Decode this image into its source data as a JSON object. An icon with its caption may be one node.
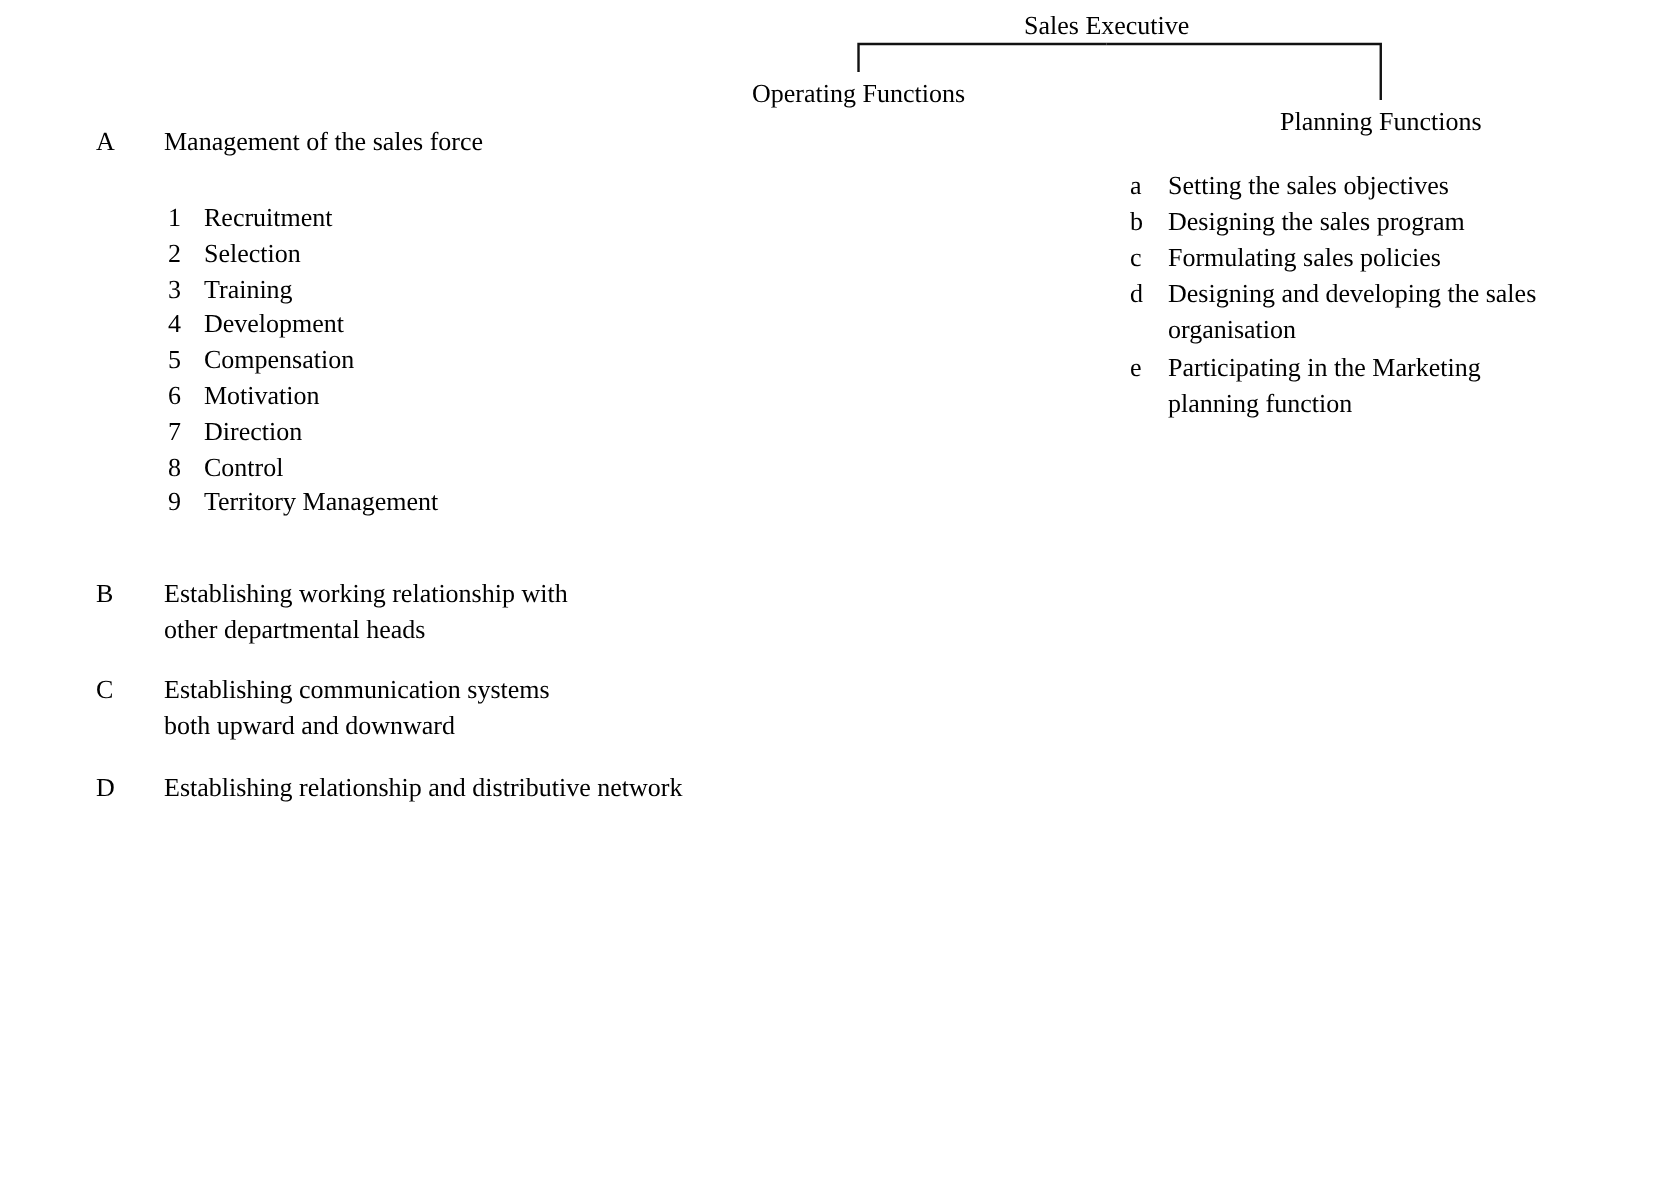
{
  "diagram": {
    "nodes": [
      {
        "text": [
          "Sales Executive"
        ]
      },
      {
        "text": [
          "Operating Functions"
        ]
      },
      {
        "text": [
          "Planning Functions"
        ]
      }
    ],
    "edges": [
      {
        "from": 0,
        "to": 1,
        "arrow": "none"
      },
      {
        "from": 0,
        "to": 2,
        "arrow": "none"
      }
    ],
    "labels": [
      "A",
      "Management of the sales force",
      "1",
      "Recruitment",
      "2",
      "Selection",
      "3",
      "Training",
      "4",
      "Development",
      "5",
      "Compensation",
      "6",
      "Motivation",
      "7",
      "Direction",
      "8",
      "Control",
      "9",
      "Territory Management",
      "B",
      "Establishing working relationship with other departmental heads",
      "C",
      "Establishing communication systems both upward and downward",
      "D",
      "Establishing relationship and distributive network",
      "a",
      "Setting the sales objectives",
      "b",
      "Designing the sales program",
      "c",
      "Formulating sales policies",
      "d",
      "Designing and developing the sales organisation",
      "e",
      "Participating in the Marketing planning function"
    ]
  }
}
